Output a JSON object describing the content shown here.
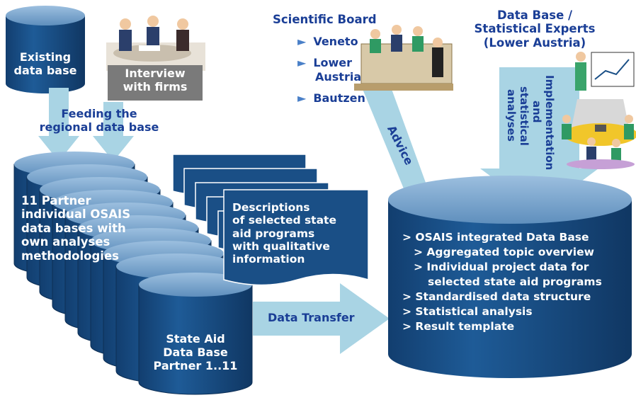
{
  "existing_db": {
    "lines": [
      "Existing",
      "data base"
    ]
  },
  "interview": {
    "lines": [
      "Interview",
      "with firms"
    ]
  },
  "feeding": {
    "lines": [
      "Feeding the",
      "regional data base"
    ]
  },
  "partner_dbs": {
    "lines": [
      "11 Partner",
      "individual OSAIS",
      "data bases with",
      "own analyses",
      "methodologies"
    ]
  },
  "descriptions": {
    "lines": [
      "Descriptions",
      "of selected state",
      "aid programs",
      "with qualitative",
      "information"
    ]
  },
  "state_aid_db": {
    "lines": [
      "State Aid",
      "Data Base",
      "Partner 1..11"
    ]
  },
  "data_transfer": "Data Transfer",
  "scientific_board": {
    "title": "Scientific Board",
    "members": [
      "Veneto",
      "Lower",
      "Austria",
      "Bautzen"
    ]
  },
  "advice": "Advice",
  "experts": {
    "lines": [
      "Data Base /",
      "Statistical Experts",
      "(Lower Austria)"
    ]
  },
  "implementation": {
    "lines": [
      "Implementation",
      "and",
      "statistical",
      "analyses"
    ]
  },
  "osais": {
    "items": [
      "OSAIS integrated Data Base",
      "Aggregated topic overview",
      "Individual project data for",
      "selected state aid programs",
      "Standardised data structure",
      "Statistical analysis",
      "Result template"
    ]
  },
  "colors": {
    "db_dark": "#1a4f86",
    "db_top": "#7ea7cf",
    "arrow": "#a9d4e4",
    "label_navy": "#1a3e96",
    "interview_box": "#7a7a7a"
  },
  "icons": [
    "meeting-illustration-icon",
    "board-meeting-icon",
    "presentation-icon",
    "bullet-arrow-icon"
  ]
}
